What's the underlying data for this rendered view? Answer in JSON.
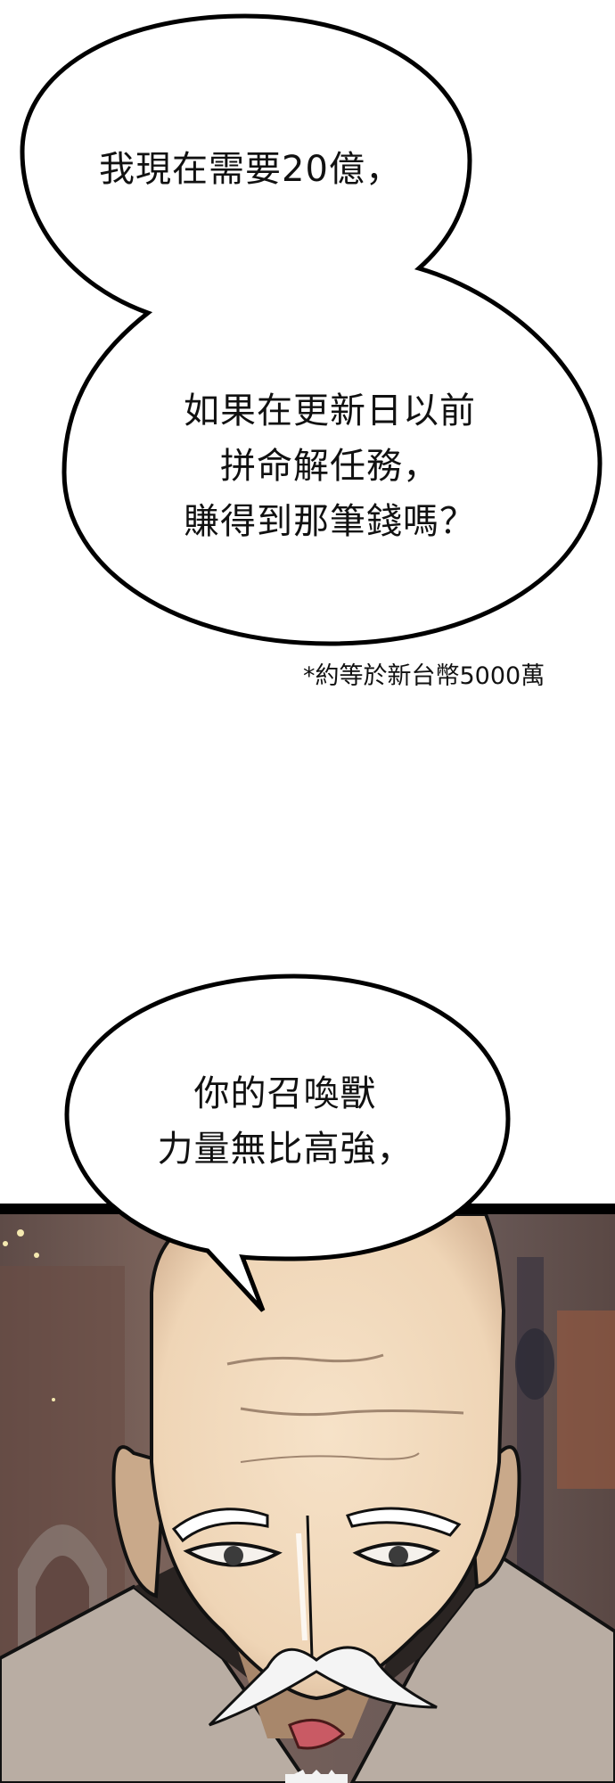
{
  "panel_1": {
    "bubble_top": {
      "text": "我現在需要20億，"
    },
    "bubble_bottom": {
      "lines": [
        "如果在更新日以前",
        "拼命解任務，",
        "賺得到那筆錢嗎？"
      ]
    },
    "footnote": "*約等於新台幣5000萬"
  },
  "panel_2": {
    "bubble": {
      "lines": [
        "你的召喚獸",
        "力量無比高強，"
      ]
    },
    "illustration": {
      "subject": "bald old man with white mustache and goatee",
      "colors": {
        "skin": "#f3dcc0",
        "skin_shadow": "#c9a98a",
        "coat": "#b7aba0",
        "background": "#6e5a55",
        "border": "#000000"
      }
    }
  }
}
